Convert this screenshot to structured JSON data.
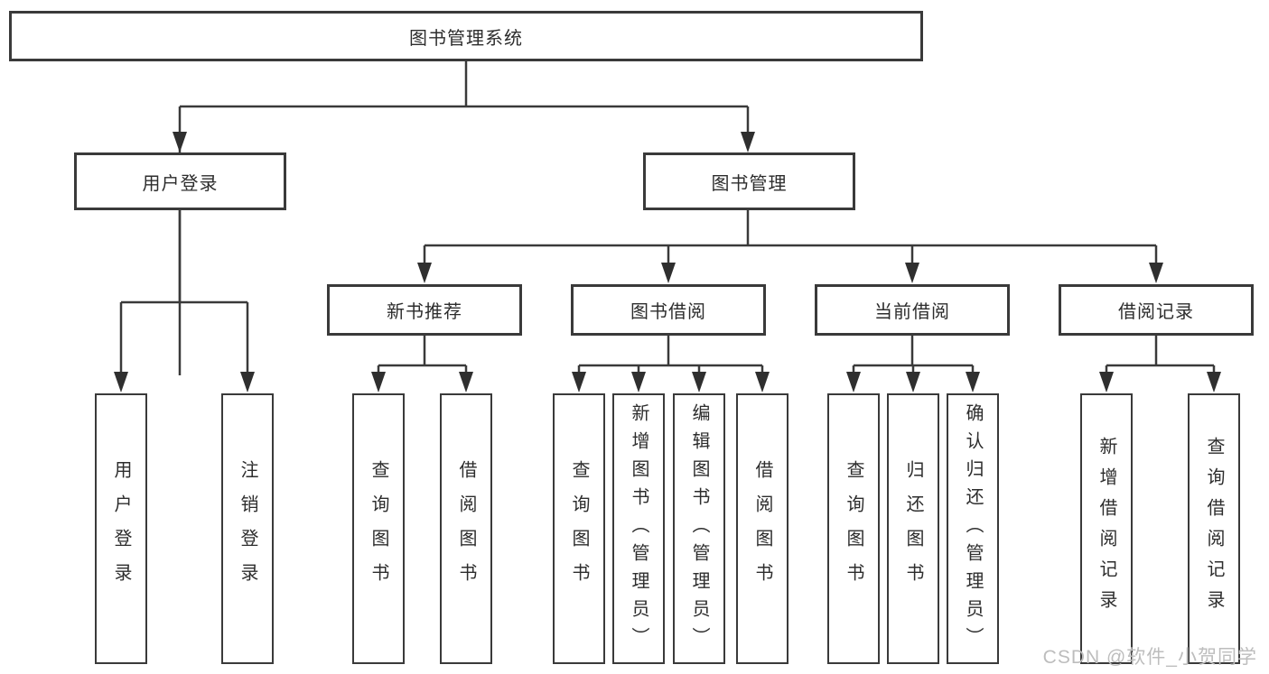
{
  "tree": {
    "label": "图书管理系统",
    "children": [
      {
        "label": "用户登录",
        "children": [
          {
            "label": "用户登录"
          },
          {
            "label": "注销登录"
          }
        ]
      },
      {
        "label": "图书管理",
        "children": [
          {
            "label": "新书推荐",
            "children": [
              {
                "label": "查询图书"
              },
              {
                "label": "借阅图书"
              }
            ]
          },
          {
            "label": "图书借阅",
            "children": [
              {
                "label": "查询图书"
              },
              {
                "label": "新增图书（管理员）"
              },
              {
                "label": "编辑图书（管理员）"
              },
              {
                "label": "借阅图书"
              }
            ]
          },
          {
            "label": "当前借阅",
            "children": [
              {
                "label": "查询图书"
              },
              {
                "label": "归还图书"
              },
              {
                "label": "确认归还（管理员）"
              }
            ]
          },
          {
            "label": "借阅记录",
            "children": [
              {
                "label": "新增借阅记录"
              },
              {
                "label": "查询借阅记录"
              }
            ]
          }
        ]
      }
    ]
  },
  "watermark": {
    "text": "CSDN @软件_小贺同学"
  },
  "colors": {
    "line": "#3a3a3a",
    "arrow": "#2f2f2f",
    "text": "#2d2d2d",
    "watermark": "#bdbdbd",
    "background": "#ffffff"
  }
}
